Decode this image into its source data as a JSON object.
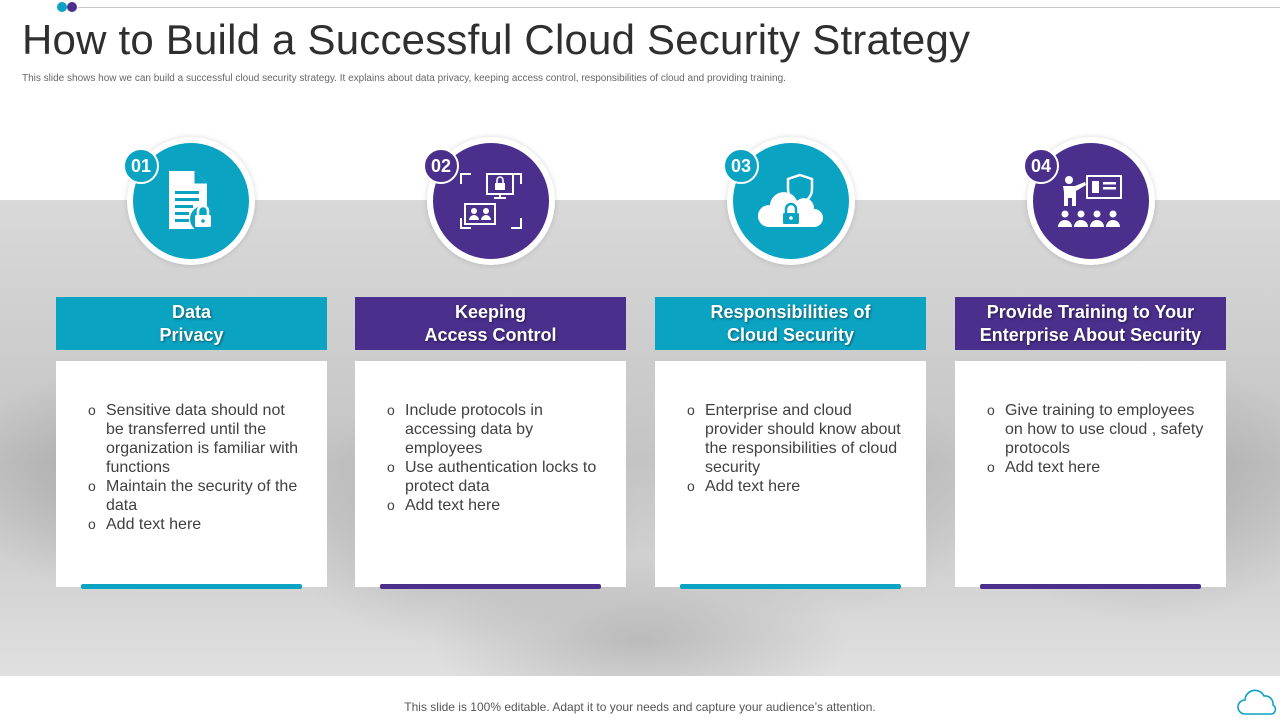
{
  "header": {
    "title": "How to Build a Successful Cloud Security Strategy",
    "subtitle": "This slide shows how we can build a successful cloud security strategy. It explains about data privacy, keeping access control, responsibilities of cloud and providing training."
  },
  "colors": {
    "teal": "#0aa3c2",
    "purple": "#4a2f8c"
  },
  "cards": [
    {
      "number": "01",
      "icon": "document-lock-icon",
      "title_line1": "Data",
      "title_line2": "Privacy",
      "bullets": [
        "Sensitive data should not be transferred until the organization is familiar with functions",
        "Maintain the security of the data",
        "Add text here"
      ]
    },
    {
      "number": "02",
      "icon": "access-control-icon",
      "title_line1": "Keeping",
      "title_line2": "Access Control",
      "bullets": [
        "Include protocols in accessing data by employees",
        "Use authentication locks to protect data",
        "Add text here"
      ]
    },
    {
      "number": "03",
      "icon": "cloud-lock-shield-icon",
      "title_line1": "Responsibilities of",
      "title_line2": "Cloud Security",
      "bullets": [
        "Enterprise and cloud provider should know about the responsibilities of cloud security",
        "Add text here"
      ]
    },
    {
      "number": "04",
      "icon": "training-presentation-icon",
      "title_line1": "Provide Training to Your",
      "title_line2": "Enterprise About Security",
      "bullets": [
        "Give training to employees on how to use cloud , safety protocols",
        "Add text here"
      ]
    }
  ],
  "footer": {
    "text": "This slide is 100% editable. Adapt it to your needs and capture your audience’s attention."
  }
}
